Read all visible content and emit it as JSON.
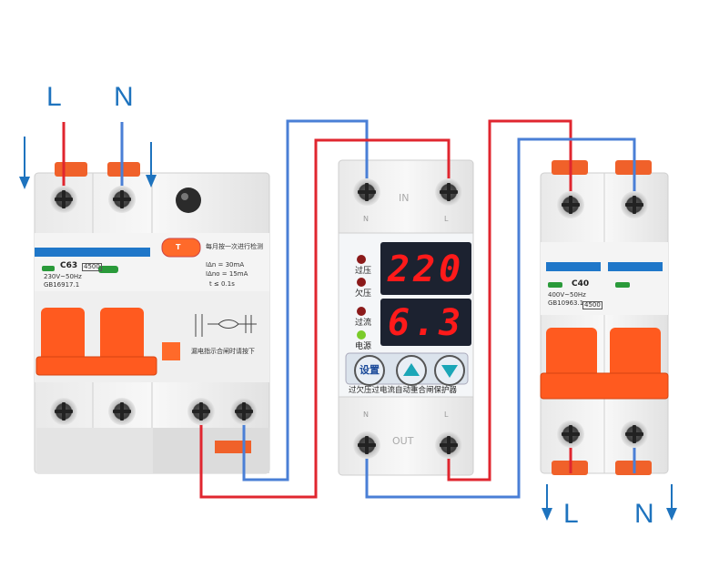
{
  "supply_labels": {
    "line": "L",
    "neutral": "N"
  },
  "output_labels": {
    "line": "L",
    "neutral": "N"
  },
  "rcbo": {
    "model": "C63",
    "code": "4500",
    "rating": "230V~50Hz",
    "standard": "GB16917.1",
    "test_instruction": "每月按一次进行检测",
    "test_button_label": "T",
    "spec_trip_current": "IΔn = 30mA",
    "spec_no_trip_current": "IΔno = 15mA",
    "spec_time": "t ≤ 0.1s",
    "reset_instruction": "漏电指示合闸时请按下"
  },
  "protector": {
    "top_label": "IN",
    "bottom_label": "OUT",
    "terminal_n_top": "N",
    "terminal_l_top": "L",
    "terminal_n_bottom": "N",
    "terminal_l_bottom": "L",
    "display_voltage": "220",
    "display_current": "6.3",
    "indicator_overvoltage": "过压",
    "indicator_undervoltage": "欠压",
    "indicator_overcurrent": "过流",
    "indicator_power": "电源",
    "button_set": "设置",
    "description": "过欠压过电流自动重合闸保护器"
  },
  "mcb": {
    "model": "C40",
    "code": "4500",
    "rating": "400V~50Hz",
    "standard": "GB10963.1"
  },
  "colors": {
    "live_wire": "#e0262f",
    "neutral_wire": "#4a7fd6",
    "label_blue": "#1e73be",
    "handle_orange": "#ff5a1f",
    "band_blue": "#1f77c9",
    "display_red": "#ff1a1a",
    "panel_dark": "#1c2230"
  }
}
